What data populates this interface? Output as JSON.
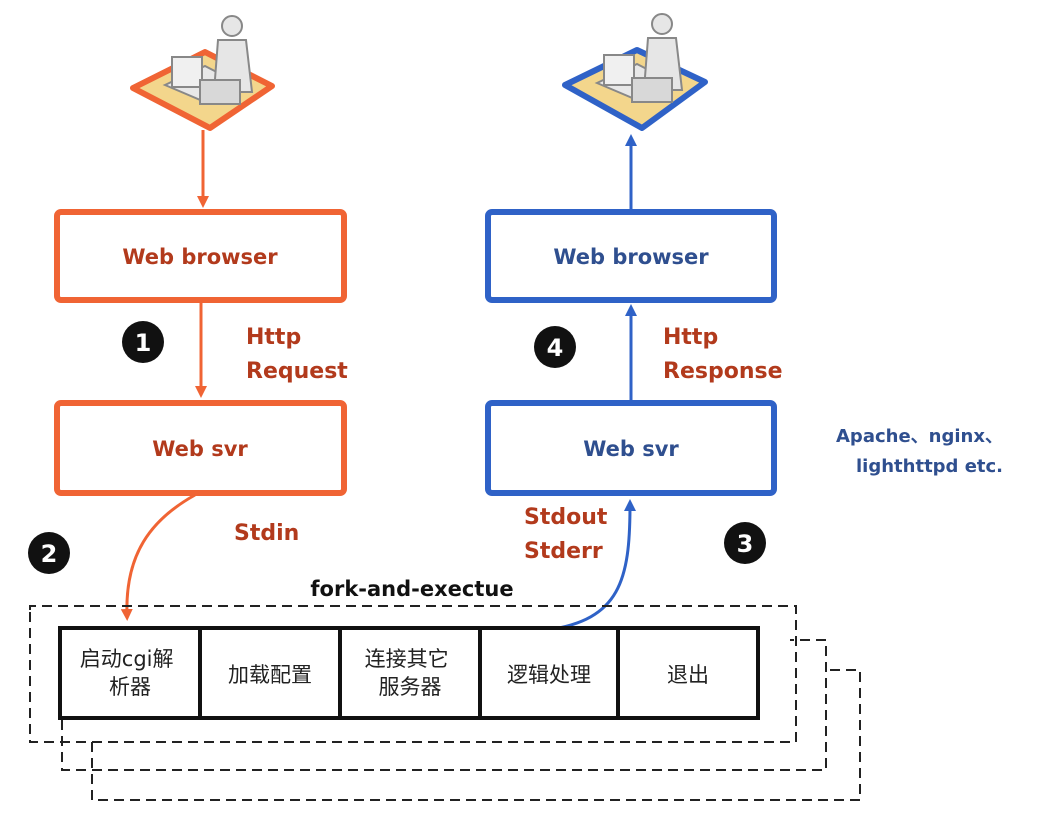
{
  "colors": {
    "request": "#f06434",
    "response": "#2f62c7",
    "annotation": "#b23a1c",
    "note": "#2f4f8f",
    "ink": "#111111"
  },
  "icons": {
    "left_user": "user-at-computer-icon",
    "right_user": "user-at-computer-icon"
  },
  "request_flow": {
    "browser_label": "Web browser",
    "server_label": "Web svr",
    "http_label": [
      "Http",
      "Request"
    ],
    "stdin_label": "Stdin",
    "step1": "1",
    "step2": "2"
  },
  "response_flow": {
    "browser_label": "Web browser",
    "server_label": "Web svr",
    "http_label": [
      "Http",
      "Response"
    ],
    "stdout_label": [
      "Stdout",
      "Stderr"
    ],
    "step3": "3",
    "step4": "4"
  },
  "server_note": [
    "Apache、nginx、",
    "lighthttpd etc."
  ],
  "process": {
    "title": "fork-and-exectue",
    "stages": [
      [
        "启动cgi解",
        "析器"
      ],
      [
        "加载配置"
      ],
      [
        "连接其它",
        "服务器"
      ],
      [
        "逻辑处理"
      ],
      [
        "退出"
      ]
    ]
  }
}
